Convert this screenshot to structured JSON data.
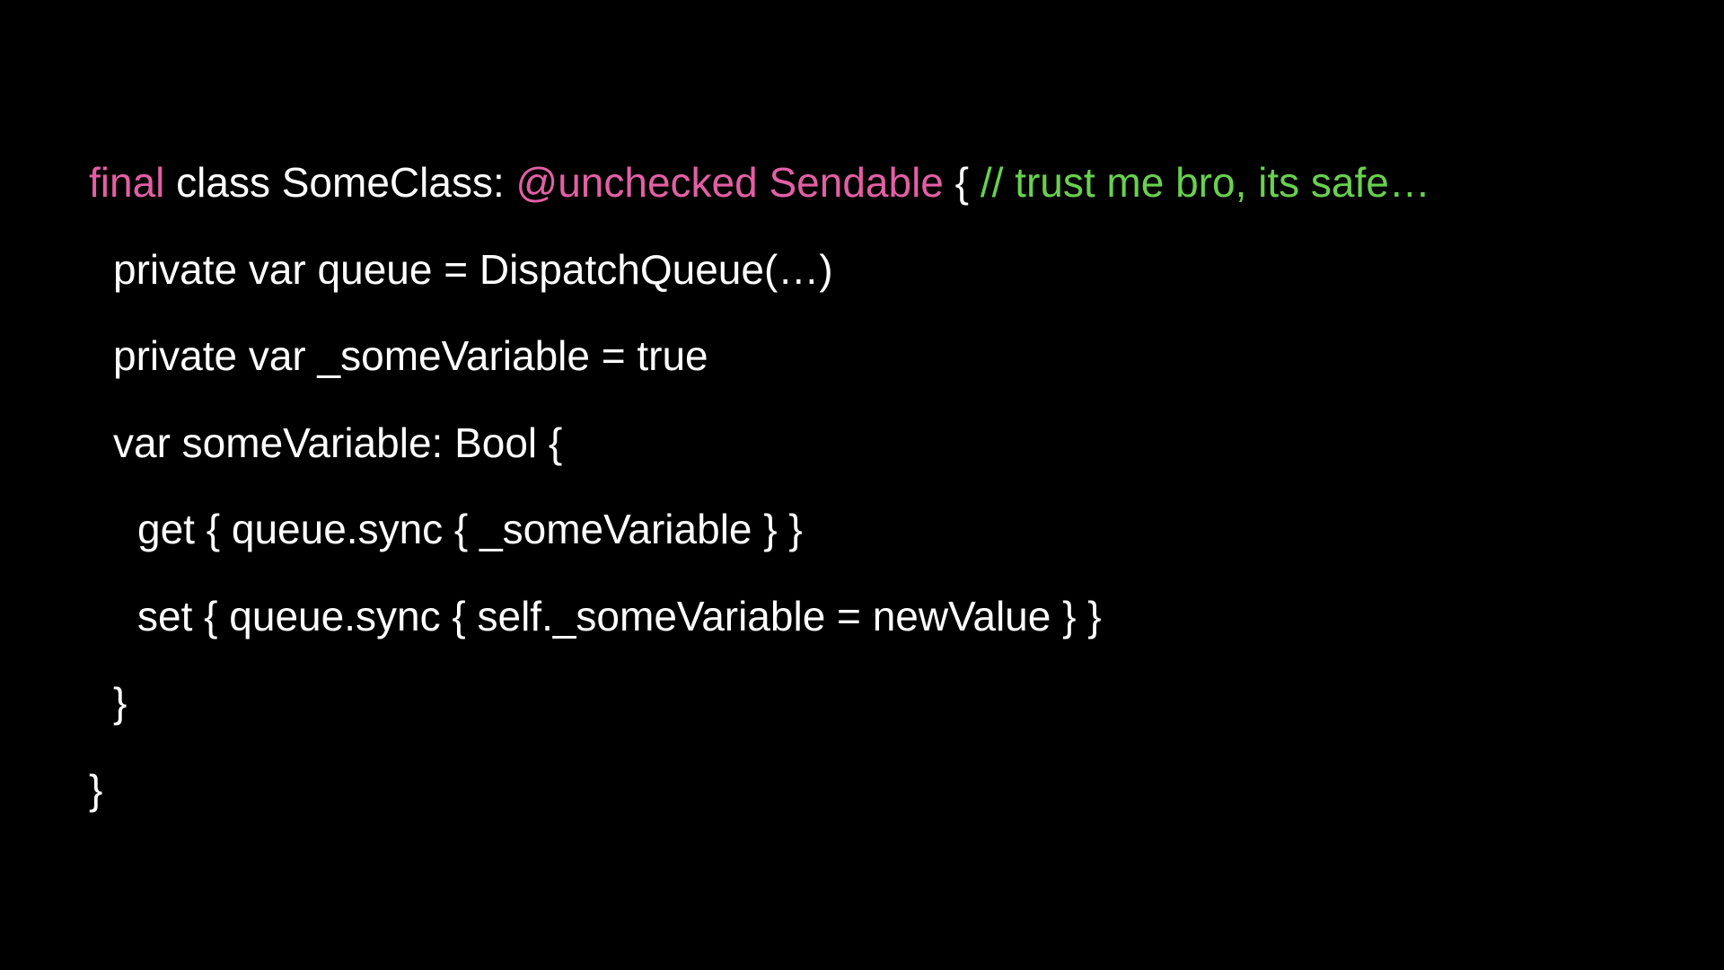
{
  "slide": {
    "colors": {
      "background": "#000000",
      "text": "#ffffff",
      "keyword": "#e35fa4",
      "comment": "#68d14f"
    },
    "code": {
      "line1": {
        "keyword_final": "final",
        "text_class": " class SomeClass: ",
        "attribute": "@unchecked Sendable",
        "text_brace": " { ",
        "comment": "// trust me bro, its safe…"
      },
      "line2": "private var queue = DispatchQueue(…)",
      "line3": "private var _someVariable = true",
      "line4": "var someVariable: Bool {",
      "line5": "get { queue.sync { _someVariable } }",
      "line6": "set { queue.sync { self._someVariable = newValue } }",
      "line7": "}",
      "line8": "}"
    }
  }
}
